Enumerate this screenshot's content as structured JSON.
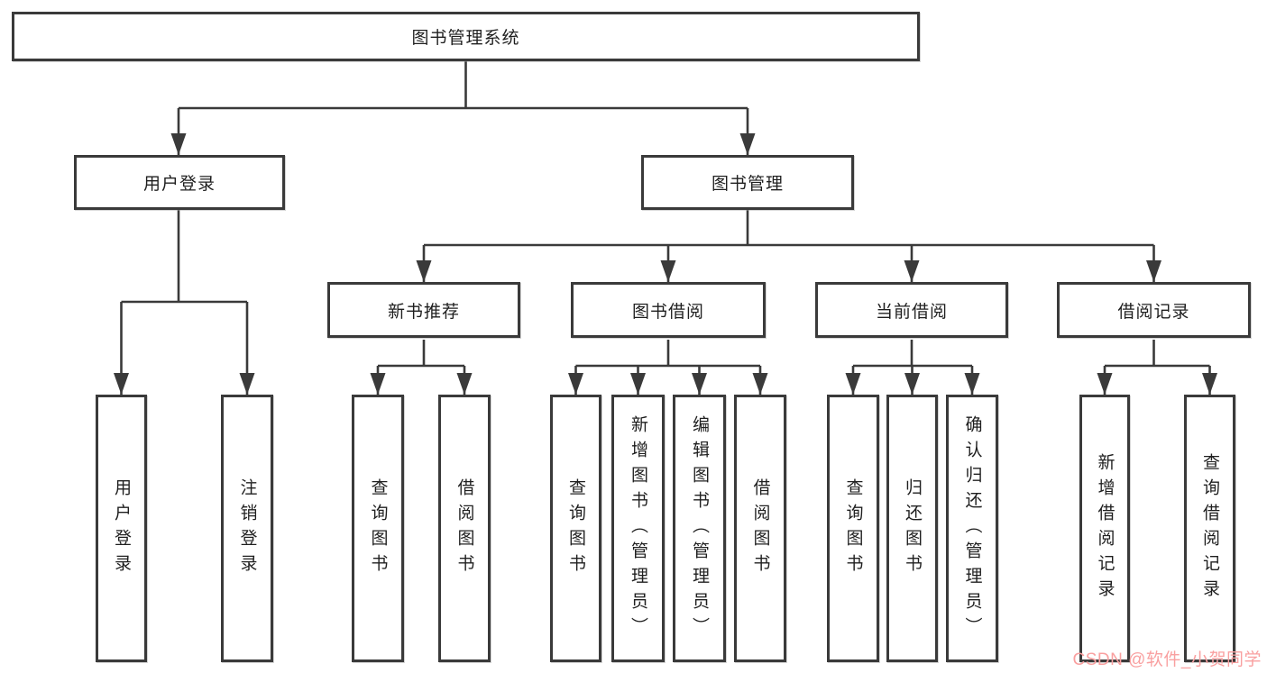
{
  "diagram": {
    "title": "图书管理系统",
    "nodes": {
      "root": {
        "label": "图书管理系统"
      },
      "user_login": {
        "label": "用户登录"
      },
      "book_mgmt": {
        "label": "图书管理"
      },
      "new_book_rec": {
        "label": "新书推荐"
      },
      "book_borrow": {
        "label": "图书借阅"
      },
      "current_borrow": {
        "label": "当前借阅"
      },
      "borrow_record": {
        "label": "借阅记录"
      },
      "leaf_user_login": {
        "label": "用户登录"
      },
      "leaf_logout": {
        "label": "注销登录"
      },
      "leaf_query_book_rec": {
        "label": "查询图书"
      },
      "leaf_borrow_book_rec": {
        "label": "借阅图书"
      },
      "leaf_query_book_borrow": {
        "label": "查询图书"
      },
      "leaf_add_book_admin": {
        "label": "新增图书（管理员）"
      },
      "leaf_edit_book_admin": {
        "label": "编辑图书（管理员）"
      },
      "leaf_borrow_book_borrow": {
        "label": "借阅图书"
      },
      "leaf_query_book_current": {
        "label": "查询图书"
      },
      "leaf_return_book": {
        "label": "归还图书"
      },
      "leaf_confirm_return_admin": {
        "label": "确认归还（管理员）"
      },
      "leaf_add_borrow_record": {
        "label": "新增借阅记录"
      },
      "leaf_query_borrow_record": {
        "label": "查询借阅记录"
      }
    },
    "hierarchy": {
      "图书管理系统": {
        "用户登录": [
          "用户登录",
          "注销登录"
        ],
        "图书管理": {
          "新书推荐": [
            "查询图书",
            "借阅图书"
          ],
          "图书借阅": [
            "查询图书",
            "新增图书（管理员）",
            "编辑图书（管理员）",
            "借阅图书"
          ],
          "当前借阅": [
            "查询图书",
            "归还图书",
            "确认归还（管理员）"
          ],
          "借阅记录": [
            "新增借阅记录",
            "查询借阅记录"
          ]
        }
      }
    },
    "colors": {
      "line": "#3a3a3a",
      "box_border": "#3a3a3a",
      "box_fill": "#ffffff",
      "text": "#1f1f1f",
      "watermark": "#f9a0a0"
    },
    "watermark": "CSDN @软件_小贺同学"
  }
}
